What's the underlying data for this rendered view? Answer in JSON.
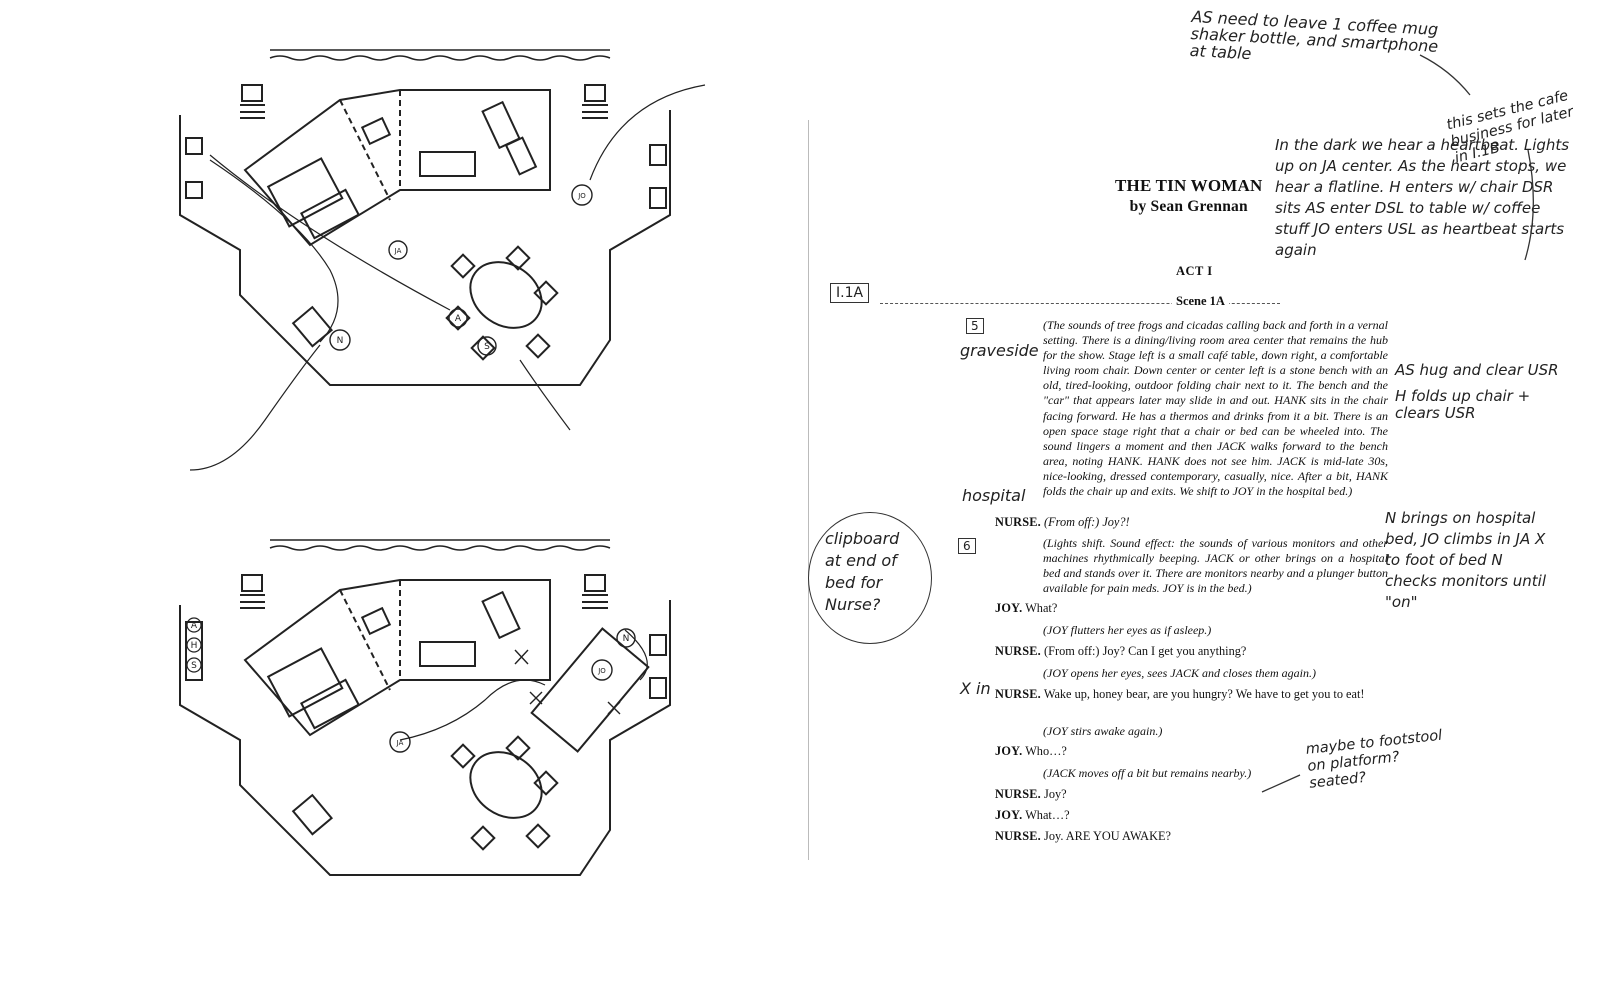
{
  "title": {
    "line1": "THE TIN WOMAN",
    "line2": "by Sean Grennan"
  },
  "act": "ACT I",
  "scene": "Scene 1A",
  "stage_direction_1": "(The sounds of tree frogs and cicadas calling back and forth in a vernal setting. There is a dining/living room area center that remains the hub for the show. Stage left is a small café table, down right, a comfortable living room chair. Down center or center left is a stone bench with an old, tired-looking, outdoor folding chair next to it. The bench and the \"car\" that appears later may slide in and out. HANK sits in the chair facing forward. He has a thermos and drinks from it a bit. There is an open space stage right that a chair or bed can be wheeled into. The sound lingers a moment and then JACK walks forward to the bench area, noting HANK. HANK does not see him. JACK is mid-late 30s, nice-looking, dressed contemporary, casually, nice. After a bit, HANK folds the chair up and exits. We shift to JOY in the hospital bed.)",
  "lines": [
    {
      "speaker": "NURSE.",
      "text": "(From off:) Joy?!"
    },
    {
      "direction": "(Lights shift. Sound effect: the sounds of various monitors and other machines rhythmically beeping. JACK or other brings on a hospital bed and stands over it. There are monitors nearby and a plunger button available for pain meds. JOY is in the bed.)"
    },
    {
      "speaker": "JOY.",
      "text": "What?"
    },
    {
      "direction": "(JOY flutters her eyes as if asleep.)"
    },
    {
      "speaker": "NURSE.",
      "text": "(From off:) Joy? Can I get you anything?"
    },
    {
      "direction": "(JOY opens her eyes, sees JACK and closes them again.)"
    },
    {
      "speaker": "NURSE.",
      "text": "Wake up, honey bear, are you hungry? We have to get you to eat!"
    },
    {
      "direction": "(JOY stirs awake again.)"
    },
    {
      "speaker": "JOY.",
      "text": "Who…?"
    },
    {
      "direction": "(JACK moves off a bit but remains nearby.)"
    },
    {
      "speaker": "NURSE.",
      "text": "Joy?"
    },
    {
      "speaker": "JOY.",
      "text": "What…?"
    },
    {
      "speaker": "NURSE.",
      "text": "Joy. ARE YOU AWAKE?"
    }
  ],
  "handwritten": {
    "top_note": "AS need to leave 1 coffee mug shaker bottle, and smartphone at table",
    "cafe_note": "this sets the cafe business for later in I.1B",
    "cue_note": "In the dark we hear a heartbeat. Lights up on JA center. As the heart stops, we hear a flatline. H enters w/ chair DSR sits AS enter DSL to table w/ coffee stuff JO enters USL as heartbeat starts again",
    "page_mark": "I.1A",
    "sound_cue_1": "5",
    "graveside": "graveside",
    "hospital": "hospital",
    "sound_cue_2": "6",
    "hug_note": "AS hug and clear USR",
    "hank_note": "H folds up chair + clears USR",
    "clipboard": "clipboard at end of bed for Nurse?",
    "nurse_note": "N brings on hospital bed, JO climbs in JA X to foot of bed N checks monitors until \"on\"",
    "x_in": "X in",
    "maybe_note": "maybe to footstool on platform? seated?"
  },
  "diagram_labels": {
    "top": [
      "N",
      "A",
      "S",
      "JA",
      "JO"
    ],
    "bottom": [
      "A",
      "H",
      "S",
      "N",
      "JO",
      "JA"
    ]
  }
}
